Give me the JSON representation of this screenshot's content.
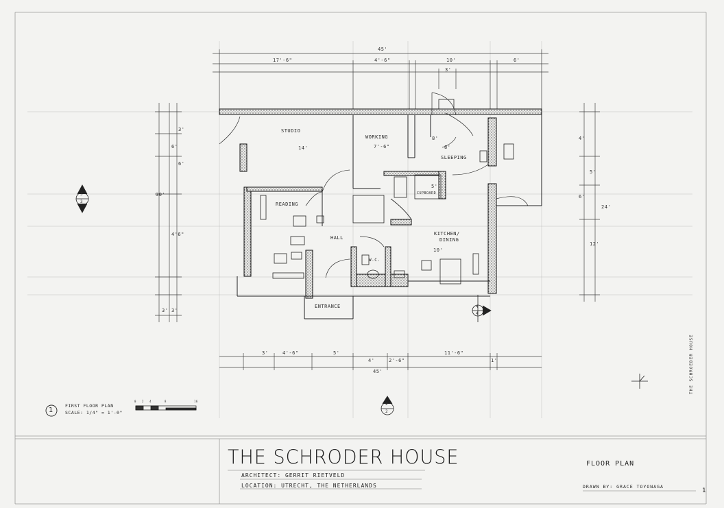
{
  "title_block": {
    "title": "THE SCHRODER HOUSE",
    "architect": "ARCHITECT: GERRIT RIETVELD",
    "location": "LOCATION: UTRECHT, THE NETHERLANDS",
    "sheet_type": "FLOOR PLAN",
    "drawn_by": "DRAWN BY: GRACE TOYONAGA",
    "sheet_number": "1",
    "vertical_title": "THE SCHROEDER HOUSE"
  },
  "plan_caption": {
    "number": "1",
    "title": "FIRST FLOOR PLAN",
    "scale": "SCALE: 1/4\" = 1'-0\""
  },
  "rooms": {
    "studio": "STUDIO",
    "working": "WORKING",
    "sleeping": "SLEEPING",
    "reading": "READING",
    "hall": "HALL",
    "wc": "W.C.",
    "kitchen": "KITCHEN/",
    "dining": "DINING",
    "entrance": "ENTRANCE",
    "cupboard": "CUPBOARD"
  },
  "dimensions": {
    "top_overall": "45'",
    "top_1": "17'-6\"",
    "top_2": "4'-6\"",
    "top_3": "10'",
    "top_4": "6'",
    "top_5": "3'",
    "bottom_overall": "45'",
    "bottom_1": "3'",
    "bottom_2": "4'-6\"",
    "bottom_3": "5'",
    "bottom_4": "4'",
    "bottom_5": "2'-6\"",
    "bottom_6": "11'-6\"",
    "bottom_7": "1'",
    "left_overall": "30'",
    "left_1": "3'",
    "left_2": "6'",
    "left_3": "6'",
    "left_4": "4'6\"",
    "left_5": "3'",
    "left_6": "3'",
    "right_overall": "24'",
    "right_1": "4'",
    "right_2": "5'",
    "right_3": "6'",
    "right_4": "12'",
    "studio_dim": "14'",
    "working_dim": "7'-6\"",
    "sleeping_dim1": "8'",
    "sleeping_dim2": "8'",
    "kitchen_dim": "10'",
    "cupboard_dim": "5'"
  },
  "section_markers": {
    "left_top": "3",
    "left_bottom": "3",
    "right_top": "4",
    "right_bottom": "4",
    "bottom_top": "2",
    "bottom_bottom": "2"
  },
  "scale_bar_labels": [
    "0",
    "2",
    "4",
    "8",
    "16"
  ]
}
